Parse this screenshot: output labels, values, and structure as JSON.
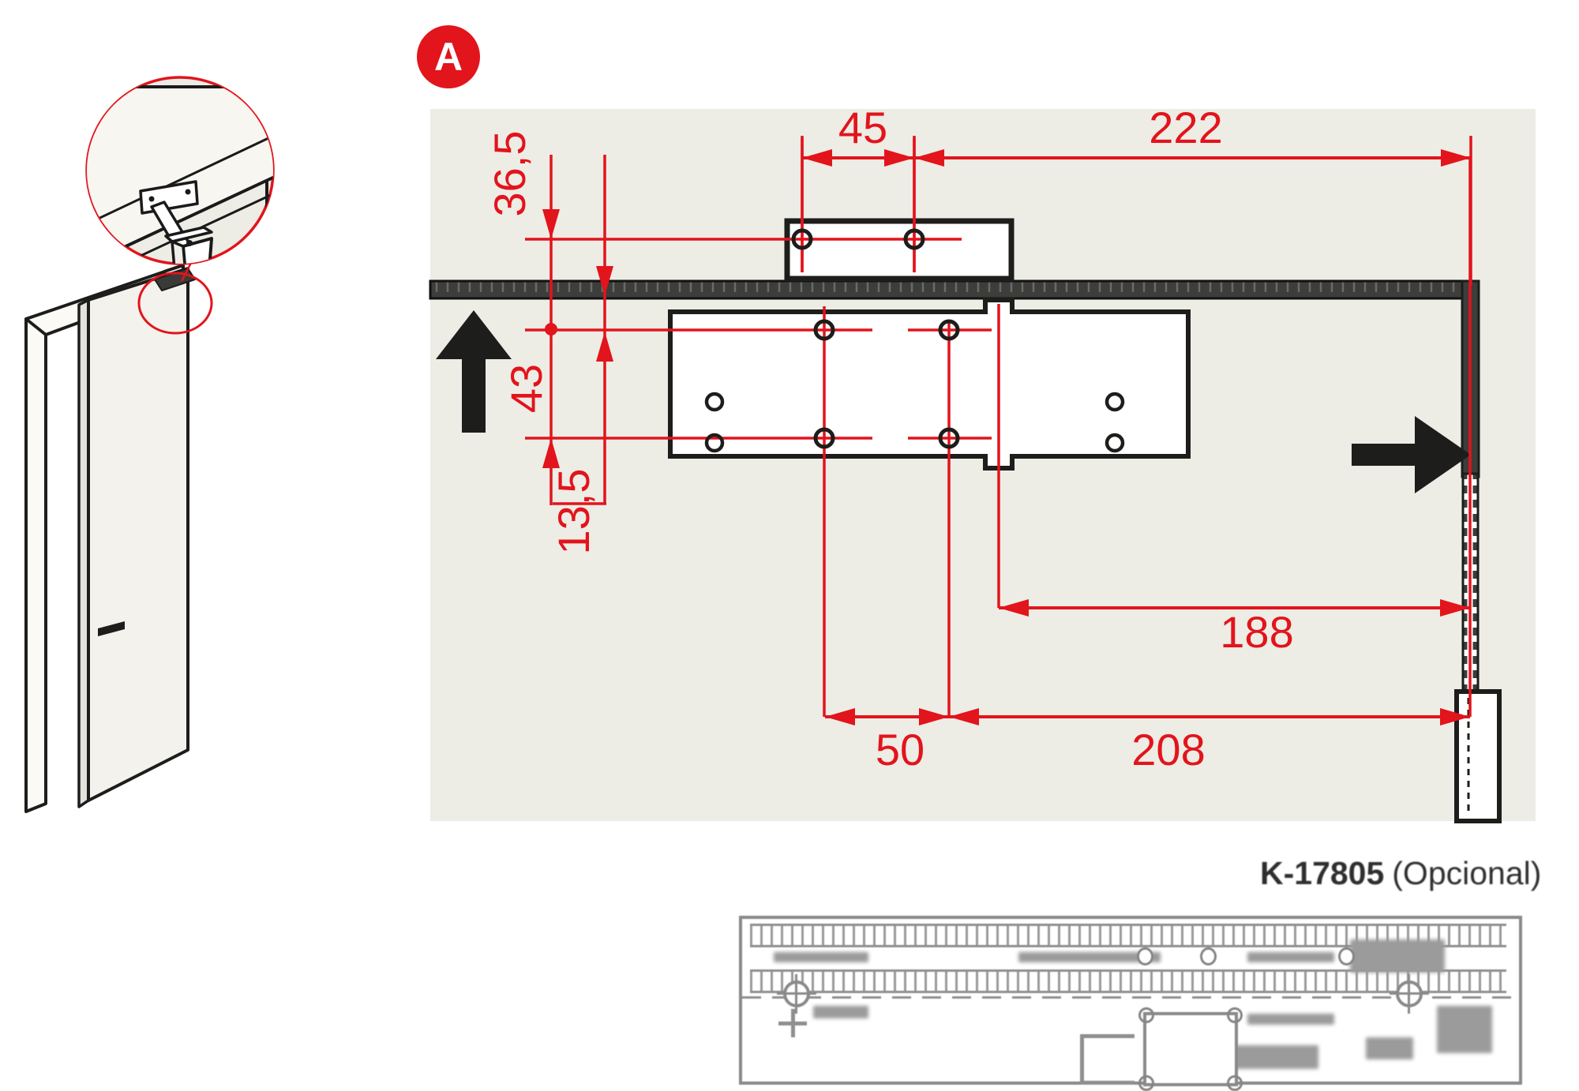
{
  "badge": {
    "label": "A"
  },
  "dims": {
    "d45": "45",
    "d222": "222",
    "d365": "36,5",
    "d43": "43",
    "d135": "13,5",
    "d188": "188",
    "d50": "50",
    "d208": "208"
  },
  "template_label": {
    "code": "K-17805",
    "qualifier": "(Opcional)"
  },
  "colors": {
    "accent_red": "#e2141c",
    "panel_beige": "#edece5",
    "ink_black": "#1d1d1b",
    "frame_dark": "#3d3d3b",
    "template_gray": "#8a8a8a"
  }
}
